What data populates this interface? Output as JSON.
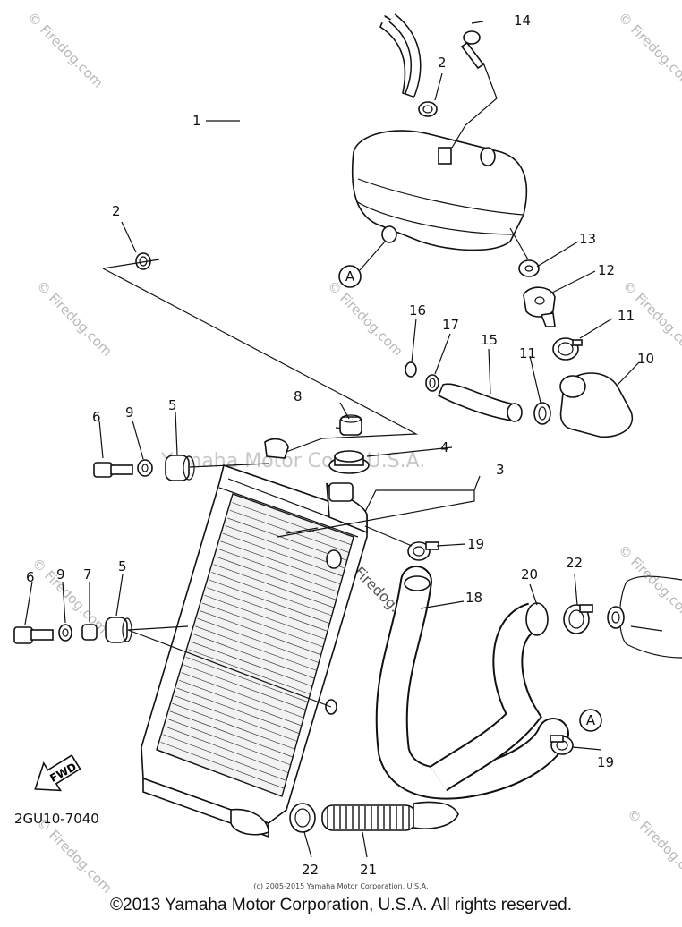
{
  "diagram": {
    "code": "2GU10-7040",
    "fwd_label": "FWD",
    "callouts": {
      "c1": "1",
      "c2a": "2",
      "c2b": "2",
      "c3": "3",
      "c4": "4",
      "c5a": "5",
      "c5b": "5",
      "c6a": "6",
      "c6b": "6",
      "c7": "7",
      "c8": "8",
      "c9a": "9",
      "c9b": "9",
      "c10": "10",
      "c11a": "11",
      "c11b": "11",
      "c12": "12",
      "c13": "13",
      "c14": "14",
      "c15": "15",
      "c16": "16",
      "c17": "17",
      "c18": "18",
      "c19a": "19",
      "c19b": "19",
      "c20": "20",
      "c21": "21",
      "c22a": "22",
      "c22b": "22"
    },
    "ref_markers": {
      "a1": "A",
      "a2": "A"
    },
    "watermarks": {
      "firedog": "© Firedog.com",
      "firedog_plain": "Firedog.com",
      "yamaha": "Yamaha Motor Corp, U.S.A."
    }
  },
  "footer": {
    "copyright": "©2013 Yamaha Motor Corporation, U.S.A. All rights reserved.",
    "small_copyright": "(c) 2005-2015 Yamaha Motor Corporation, U.S.A."
  }
}
